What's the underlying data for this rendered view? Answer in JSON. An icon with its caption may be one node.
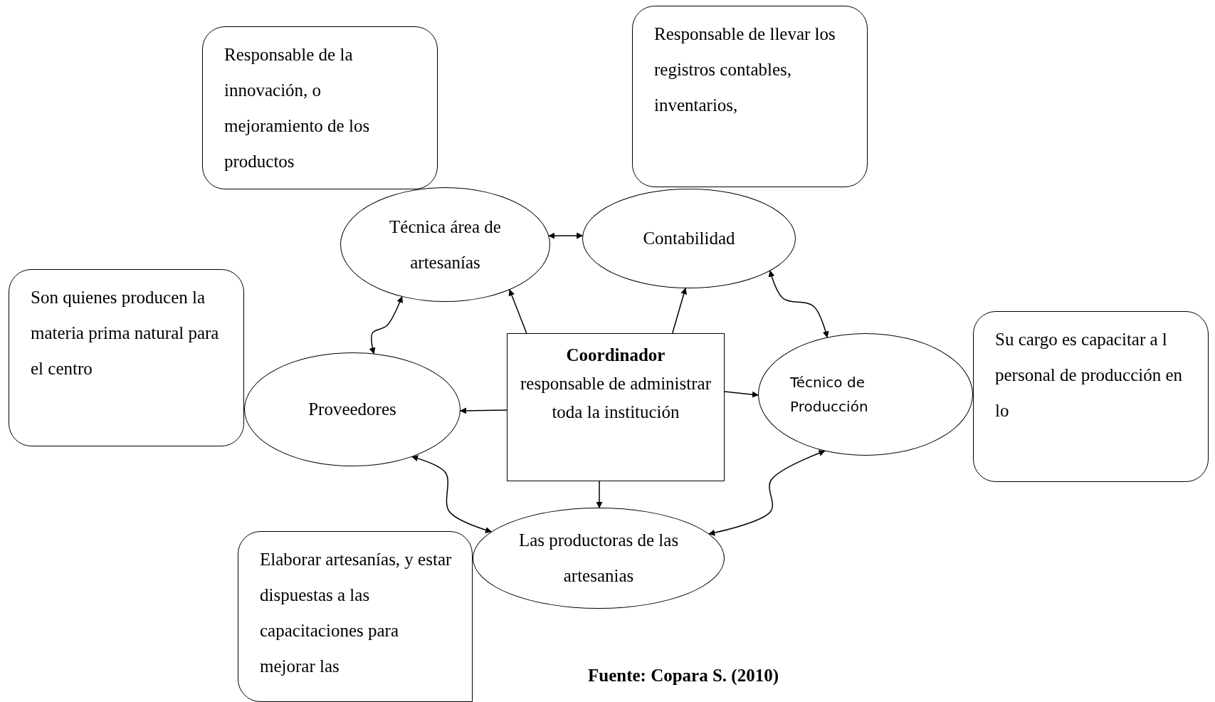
{
  "diagram": {
    "caption": "Fuente: Copara S. (2010)",
    "nodes": [
      {
        "text": [
          "Responsable de la innovación, o mejoramiento de los productos"
        ]
      },
      {
        "text": [
          "Responsable de llevar los registros contables, inventarios,"
        ]
      },
      {
        "text": [
          "Técnica área de artesanías"
        ]
      },
      {
        "text": [
          "Contabilidad"
        ]
      },
      {
        "text": [
          "Son quienes producen la materia prima natural  para el centro"
        ]
      },
      {
        "text": [
          "Proveedores"
        ]
      },
      {
        "text": [
          "Coordinador",
          "responsable de administrar toda la institución"
        ]
      },
      {
        "text": [
          "Técnico de Producción"
        ]
      },
      {
        "text": [
          "Su cargo es capacitar a l personal de producción en lo"
        ]
      },
      {
        "text": [
          "Elaborar artesanías, y estar dispuestas a las capacitaciones para mejorar las"
        ]
      },
      {
        "text": [
          "Las productoras de las artesanias"
        ]
      }
    ],
    "edges": [
      {
        "from": 2,
        "to": 3,
        "arrow": "both"
      },
      {
        "from": 6,
        "to": 2,
        "arrow": "to"
      },
      {
        "from": 6,
        "to": 3,
        "arrow": "to"
      },
      {
        "from": 6,
        "to": 7,
        "arrow": "to"
      },
      {
        "from": 6,
        "to": 5,
        "arrow": "to"
      },
      {
        "from": 6,
        "to": 10,
        "arrow": "to"
      },
      {
        "from": 3,
        "to": 7,
        "arrow": "both"
      },
      {
        "from": 2,
        "to": 5,
        "arrow": "both"
      },
      {
        "from": 5,
        "to": 10,
        "arrow": "both"
      },
      {
        "from": 7,
        "to": 10,
        "arrow": "both"
      }
    ]
  }
}
